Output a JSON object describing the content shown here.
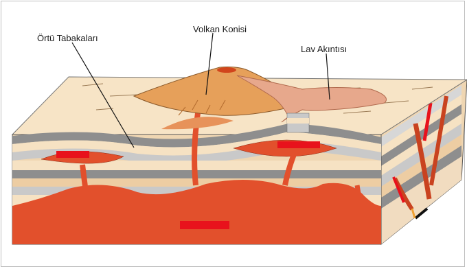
{
  "labels": {
    "cover_layers": "Örtü Tabakaları",
    "volcano_cone": "Volkan Konisi",
    "lava_flow": "Lav Akıntısı"
  },
  "colors": {
    "magma": "#e2502c",
    "magma_dark": "#c9421f",
    "layer_light": "#f6e2c3",
    "layer_tan": "#edcda3",
    "layer_gray": "#8e8e8e",
    "layer_gray_light": "#c9c9c9",
    "cone": "#e6a05a",
    "lava": "#e7a88c",
    "red_patch": "#e8121c"
  }
}
